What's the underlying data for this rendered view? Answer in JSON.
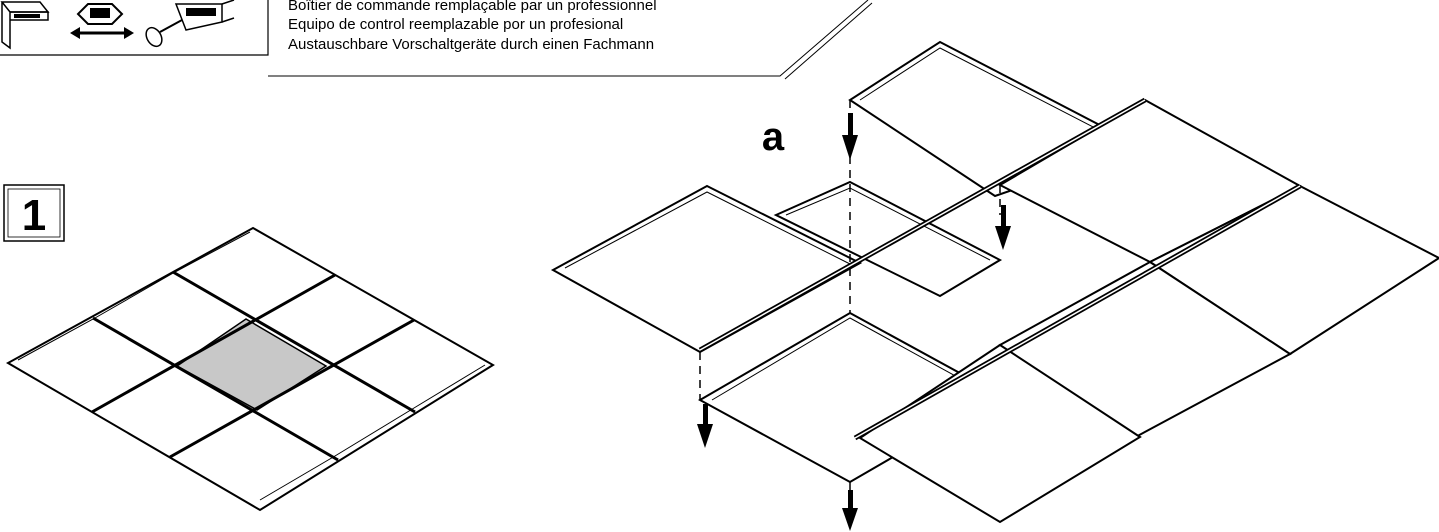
{
  "caption": {
    "lines": [
      "Boîtier de commande remplaçable par un professionnel",
      "Equipo de control reemplazable por un profesional",
      "Austauschbare Vorschaltgeräte durch einen Fachmann"
    ]
  },
  "step_label": "1",
  "callout_label": "a",
  "icons": {
    "replaceable_unit": "gear-box-icon",
    "swap": "double-arrow-icon",
    "tool": "screwdriver-icon"
  },
  "colors": {
    "line": "#000000",
    "highlight_tile": "#c8c8c8",
    "background": "#ffffff"
  }
}
